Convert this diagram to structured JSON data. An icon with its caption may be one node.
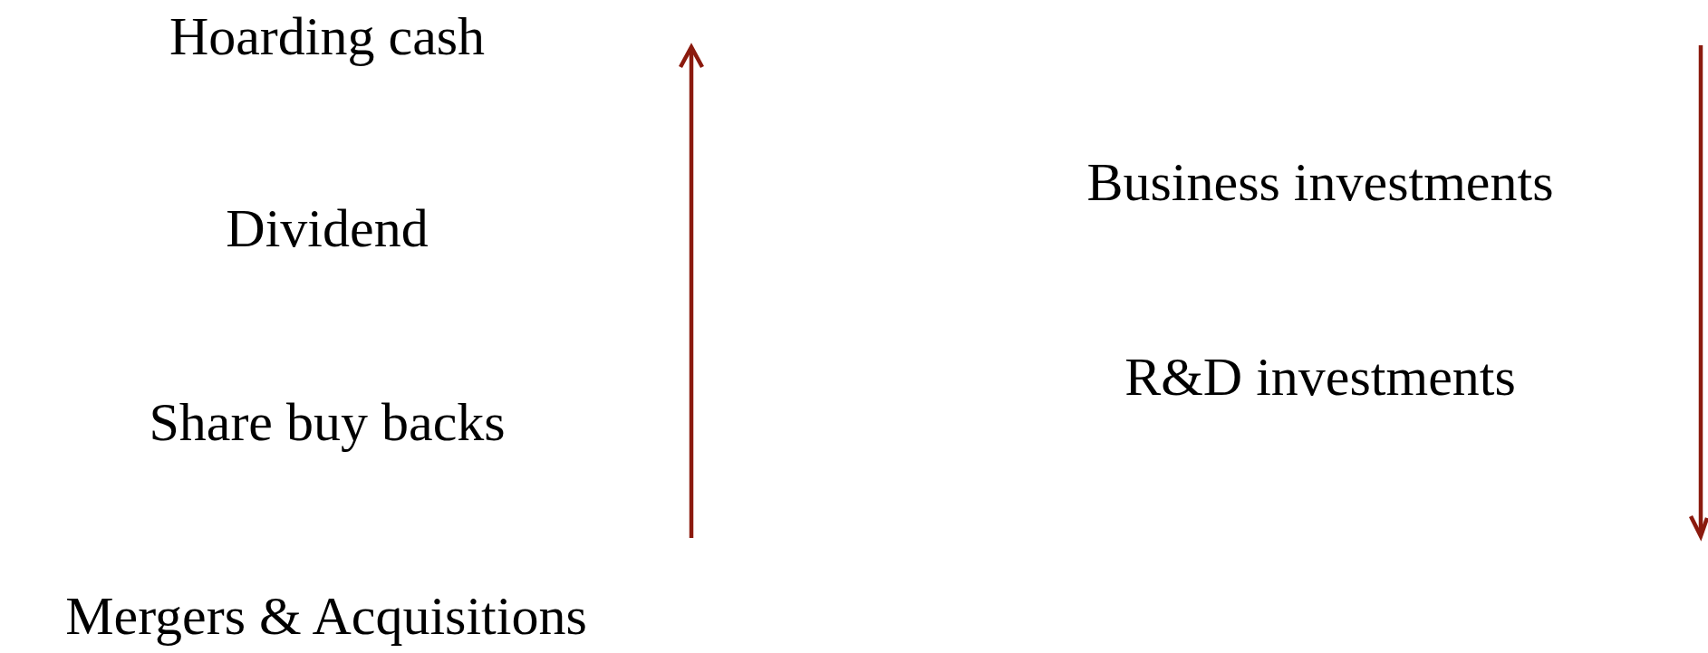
{
  "diagram": {
    "labels": [
      "Hoarding cash",
      "Business investments",
      "Dividend",
      "R&D investments",
      "Share buy backs",
      "Mergers & Acquisitions"
    ]
  }
}
